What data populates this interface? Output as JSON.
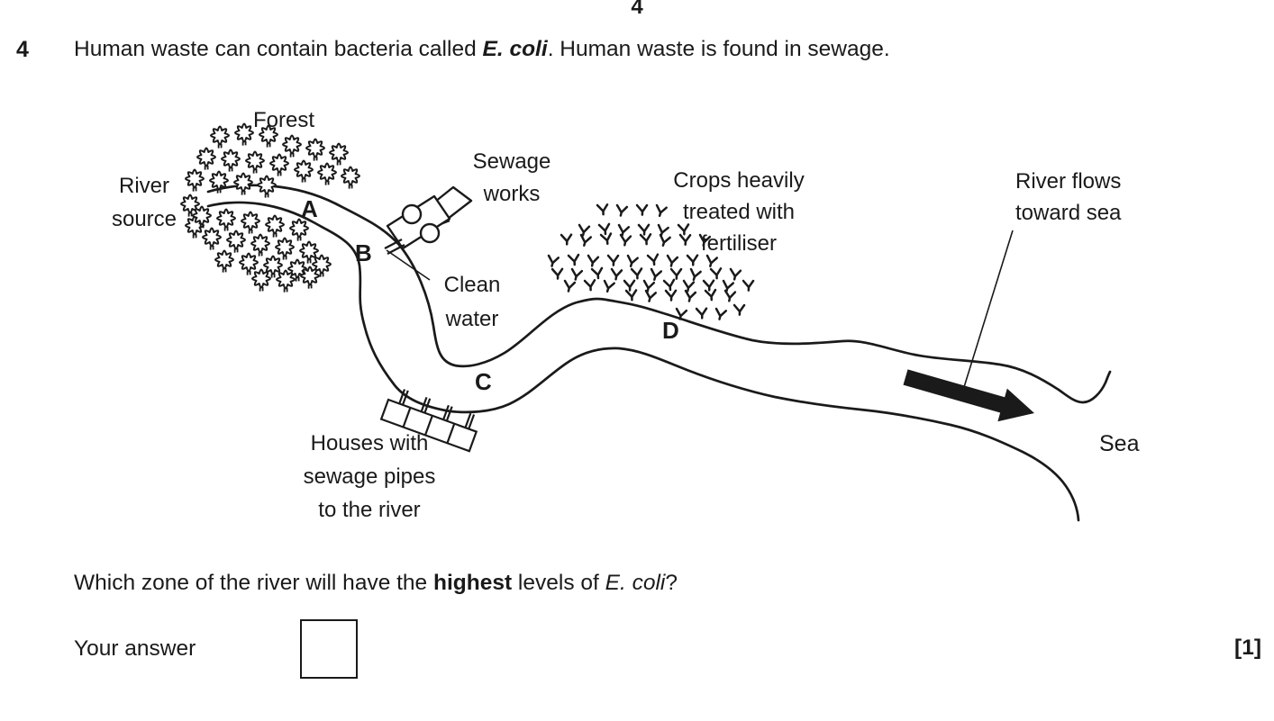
{
  "page": {
    "number": "4",
    "marks": "[1]",
    "colors": {
      "ink": "#1a1a1a",
      "paper": "#ffffff"
    }
  },
  "question": {
    "number": "4",
    "intro": [
      "Human waste can contain bacteria called ",
      "E. coli",
      ". Human waste is found in sewage."
    ],
    "prompt": [
      "Which zone of the river will have the ",
      "highest",
      " levels of ",
      "E. coli",
      "?"
    ],
    "answer_label": "Your answer",
    "answer_value": ""
  },
  "diagram": {
    "labels": {
      "forest": "Forest",
      "river_source": [
        "River",
        "source"
      ],
      "sewage_works": [
        "Sewage",
        "works"
      ],
      "clean_water": [
        "Clean",
        "water"
      ],
      "crops": [
        "Crops heavily",
        "treated with",
        "fertiliser"
      ],
      "river_flows": [
        "River flows",
        "toward sea"
      ],
      "sea": "Sea",
      "houses": [
        "Houses with",
        "sewage pipes",
        "to the river"
      ]
    },
    "zones": {
      "a": "A",
      "b": "B",
      "c": "C",
      "d": "D"
    },
    "icons": [
      "tree-icon",
      "crop-icon",
      "sewage-works-icon",
      "houses-icon",
      "sewage-pipe-icon",
      "flow-arrow-icon"
    ]
  }
}
